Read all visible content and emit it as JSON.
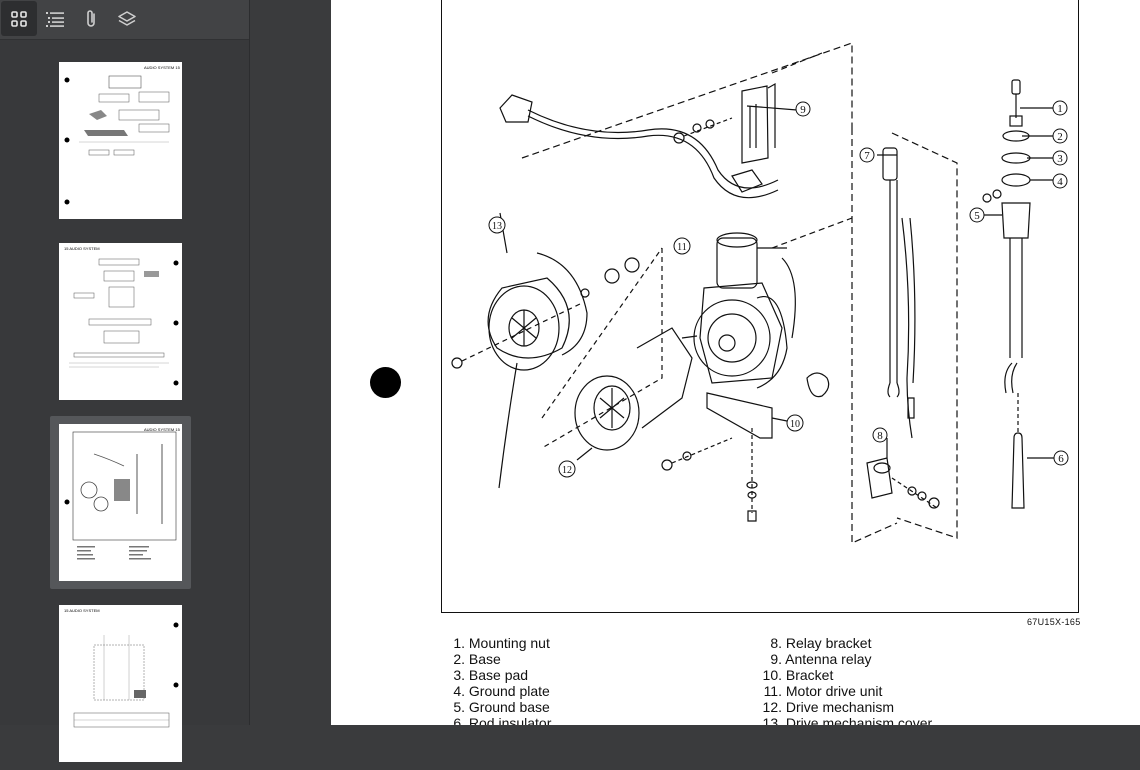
{
  "toolbar": {
    "buttons": [
      {
        "icon": "thumbnail-grid-icon",
        "active": true
      },
      {
        "icon": "outline-list-icon",
        "active": false
      },
      {
        "icon": "paperclip-icon",
        "active": false
      },
      {
        "icon": "layers-icon",
        "active": false
      }
    ]
  },
  "thumbnails": [
    {
      "header": "AUDIO SYSTEM 15",
      "selected": false
    },
    {
      "header": "15 AUDIO SYSTEM",
      "selected": false
    },
    {
      "header": "AUDIO SYSTEM 15",
      "selected": true
    },
    {
      "header": "15 AUDIO SYSTEM",
      "selected": false
    }
  ],
  "page": {
    "figure_code": "67U15X-165",
    "callouts": [
      "1",
      "2",
      "3",
      "4",
      "5",
      "6",
      "7",
      "8",
      "9",
      "10",
      "11",
      "12",
      "13"
    ],
    "legend_left": [
      {
        "num": "1.",
        "label": "Mounting nut"
      },
      {
        "num": "2.",
        "label": "Base"
      },
      {
        "num": "3.",
        "label": "Base pad"
      },
      {
        "num": "4.",
        "label": "Ground plate"
      },
      {
        "num": "5.",
        "label": "Ground base"
      },
      {
        "num": "6.",
        "label": "Rod insulator"
      }
    ],
    "legend_right": [
      {
        "num": "8.",
        "label": "Relay bracket"
      },
      {
        "num": "9.",
        "label": "Antenna relay"
      },
      {
        "num": "10.",
        "label": "Bracket"
      },
      {
        "num": "11.",
        "label": "Motor drive unit"
      },
      {
        "num": "12.",
        "label": "Drive mechanism"
      },
      {
        "num": "13.",
        "label": "Drive mechanism cover"
      }
    ]
  }
}
